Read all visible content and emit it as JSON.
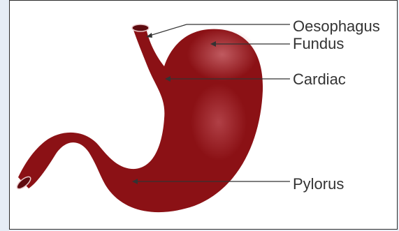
{
  "diagram": {
    "labels": {
      "oesophagus": "Oesophagus",
      "fundus": "Fundus",
      "cardiac": "Cardiac",
      "pylorus": "Pylorus"
    },
    "colors": {
      "stomach": "#8b1115",
      "stomach_highlight": "#c9676d",
      "leader_line": "#333333",
      "opening": "#5e0b0f"
    }
  }
}
